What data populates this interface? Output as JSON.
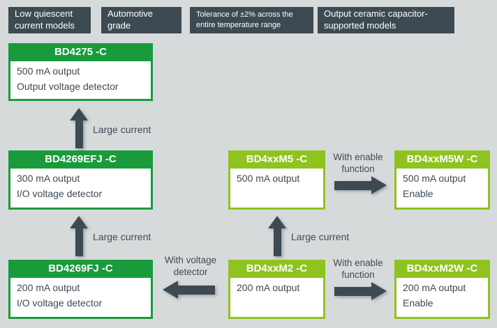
{
  "colors": {
    "background": "#d6dadb",
    "dark_label_bg": "#3e4a52",
    "dark_green": "#199b3c",
    "light_green": "#8fc31f",
    "arrow": "#3e4a52",
    "body_text": "#3f4a54"
  },
  "diagram": {
    "top_labels": [
      {
        "id": "low-quiescent",
        "text": "Low quiescent current models"
      },
      {
        "id": "automotive",
        "text": "Automotive grade"
      },
      {
        "id": "tolerance",
        "text": "Tolerance of ±2% across the entire temperature range"
      },
      {
        "id": "ceramic",
        "text": "Output ceramic capacitor-supported models"
      }
    ],
    "boxes": [
      {
        "id": "bd4275",
        "title": "BD4275 -C",
        "variant": "dark",
        "lines": [
          "500 mA output",
          "Output voltage detector"
        ]
      },
      {
        "id": "bd4269efj",
        "title": "BD4269EFJ -C",
        "variant": "dark",
        "lines": [
          "300 mA output",
          "I/O voltage detector"
        ]
      },
      {
        "id": "bd4269fj",
        "title": "BD4269FJ -C",
        "variant": "dark",
        "lines": [
          "200 mA output",
          "I/O voltage detector"
        ]
      },
      {
        "id": "bd4xxm5",
        "title": "BD4xxM5 -C",
        "variant": "light",
        "lines": [
          "500 mA output"
        ]
      },
      {
        "id": "bd4xxm5w",
        "title": "BD4xxM5W -C",
        "variant": "light",
        "lines": [
          "500 mA output",
          "Enable"
        ]
      },
      {
        "id": "bd4xxm2",
        "title": "BD4xxM2 -C",
        "variant": "light",
        "lines": [
          "200 mA output"
        ]
      },
      {
        "id": "bd4xxm2w",
        "title": "BD4xxM2W -C",
        "variant": "light",
        "lines": [
          "200 mA output",
          "Enable"
        ]
      }
    ],
    "arrow_labels": {
      "large_current_left_1": "Large current",
      "large_current_left_2": "Large current",
      "large_current_mid": "Large current",
      "with_enable_top": "With enable function",
      "with_enable_bottom": "With enable function",
      "with_voltage_detector": "With voltage detector"
    }
  }
}
